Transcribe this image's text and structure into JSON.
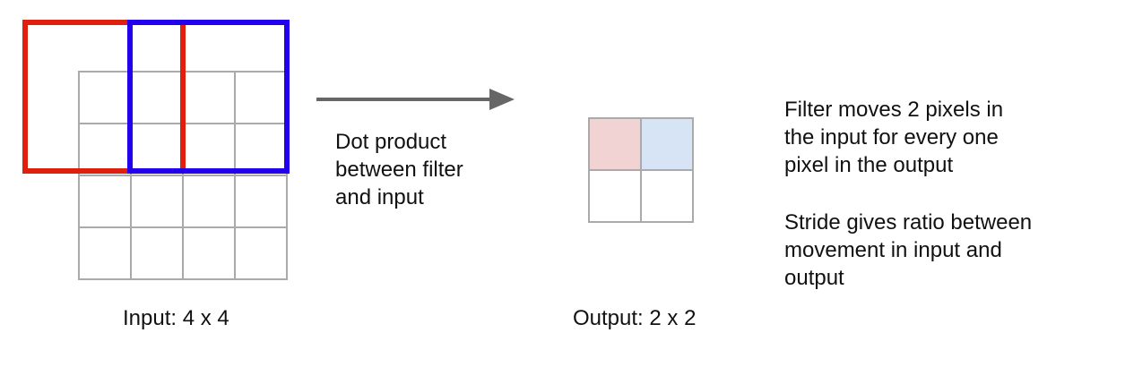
{
  "input": {
    "caption": "Input: 4 x 4",
    "rows": 4,
    "cols": 4
  },
  "output": {
    "caption": "Output: 2 x 2",
    "rows": 2,
    "cols": 2,
    "highlighted_cells": [
      {
        "row": 0,
        "col": 0,
        "color": "#f2d3d3"
      },
      {
        "row": 0,
        "col": 1,
        "color": "#d6e4f5"
      }
    ]
  },
  "filters": [
    {
      "color": "#e0200e",
      "label": "red-filter"
    },
    {
      "color": "#2200ee",
      "label": "blue-filter"
    }
  ],
  "arrow": {
    "color": "#666666",
    "caption_lines": [
      "Dot product",
      "between filter",
      "and input"
    ]
  },
  "notes": [
    {
      "lines": [
        "Filter moves 2 pixels in",
        "the input for every one",
        "pixel in the output"
      ]
    },
    {
      "lines": [
        "Stride gives ratio between",
        "movement in input and",
        "output"
      ]
    }
  ],
  "colors": {
    "grid_line": "#aaaaaa",
    "text": "#111111"
  }
}
